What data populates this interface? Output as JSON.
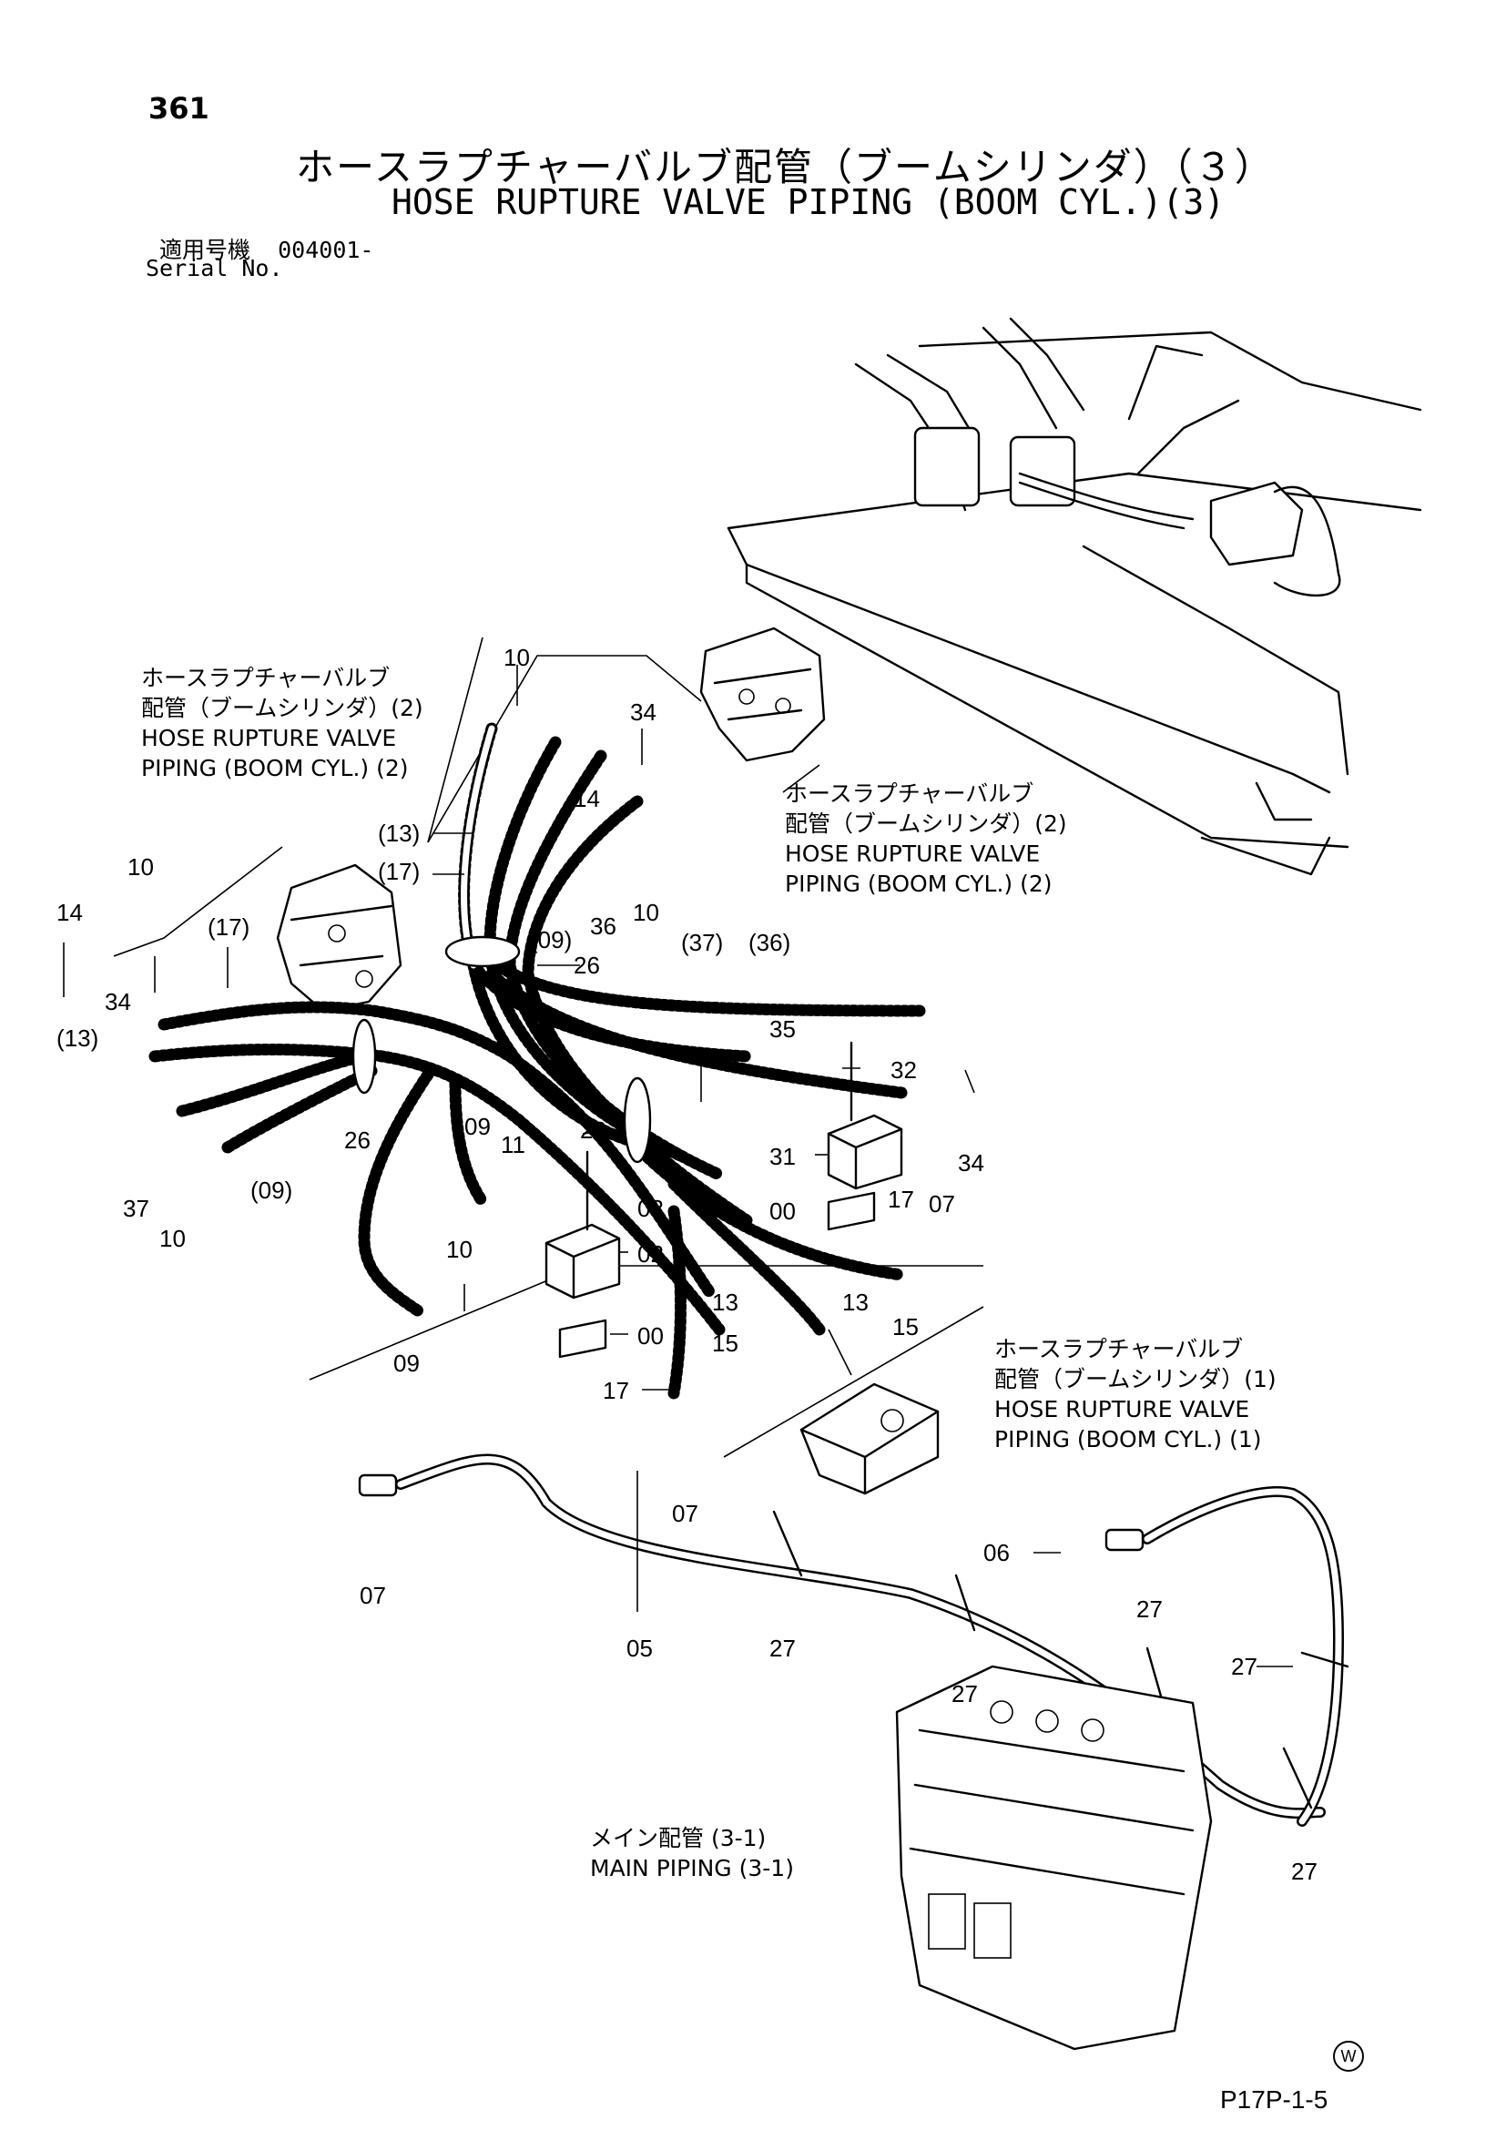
{
  "header": {
    "page_number": "361",
    "title_ja": "ホースラプチャーバルブ配管（ブームシリンダ）（３）",
    "title_en": "HOSE RUPTURE VALVE PIPING (BOOM CYL.)(3)",
    "serial_label_ja": "適用号機",
    "serial_value": "004001-",
    "serial_label_en": "Serial No."
  },
  "references": {
    "ref_upper_left": {
      "ja_line1": "ホースラプチャーバルブ",
      "ja_line2": "配管（ブームシリンダ）(2)",
      "en_line1": "HOSE RUPTURE VALVE",
      "en_line2": "PIPING (BOOM CYL.) (2)"
    },
    "ref_upper_right": {
      "ja_line1": "ホースラプチャーバルブ",
      "ja_line2": "配管（ブームシリンダ）(2)",
      "en_line1": "HOSE RUPTURE VALVE",
      "en_line2": "PIPING (BOOM CYL.) (2)"
    },
    "ref_lower_right": {
      "ja_line1": "ホースラプチャーバルブ",
      "ja_line2": "配管（ブームシリンダ）(1)",
      "en_line1": "HOSE RUPTURE VALVE",
      "en_line2": "PIPING (BOOM CYL.) (1)"
    },
    "ref_main_piping": {
      "ja_line1": "メイン配管 (3-1)",
      "en_line1": "MAIN PIPING (3-1)"
    }
  },
  "callouts": [
    "10",
    "34",
    "14",
    "(13)",
    "(17)",
    "(09)",
    "36",
    "10",
    "26",
    "(37)",
    "(36)",
    "10",
    "14",
    "(17)",
    "34",
    "(13)",
    "37",
    "10",
    "26",
    "(09)",
    "35",
    "32",
    "31",
    "00",
    "17",
    "07",
    "34",
    "09",
    "11",
    "26",
    "03",
    "02",
    "10",
    "00",
    "09",
    "13",
    "13",
    "15",
    "15",
    "17",
    "07",
    "06",
    "07",
    "05",
    "27",
    "27",
    "27",
    "27",
    "27"
  ],
  "footer": {
    "drawing_number": "P17P-1-5",
    "circle_mark": "W"
  }
}
